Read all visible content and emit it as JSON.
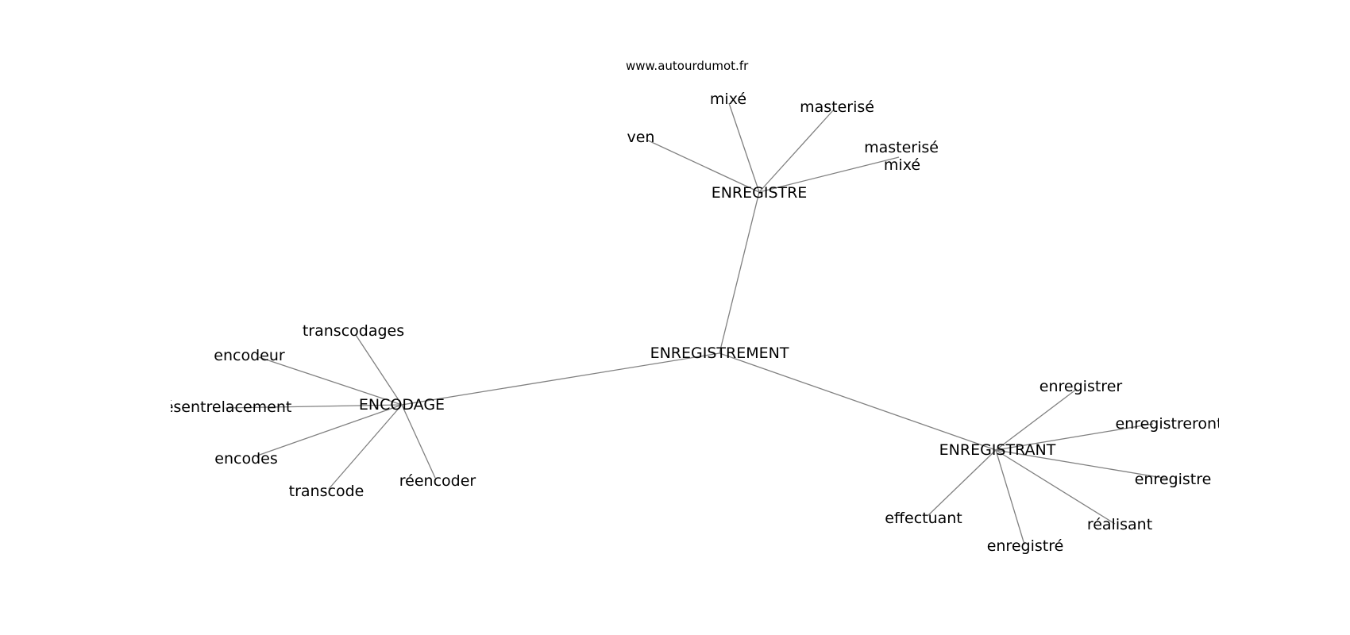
{
  "watermark": "www.autourdumot.fr",
  "center": "ENREGISTREMENT",
  "hubs": [
    {
      "label": "ENREGISTRE",
      "leaves": [
        "ven",
        "mixé",
        "masterisé",
        "masterisé",
        "mixé"
      ]
    },
    {
      "label": "ENCODAGE",
      "leaves": [
        "transcodages",
        "encodeur",
        "désentrelacement",
        "encodes",
        "transcode",
        "réencoder"
      ]
    },
    {
      "label": "ENREGISTRANT",
      "leaves": [
        "enregistrer",
        "enregistreront",
        "enregistre",
        "réalisant",
        "enregistré",
        "effectuant"
      ]
    }
  ]
}
